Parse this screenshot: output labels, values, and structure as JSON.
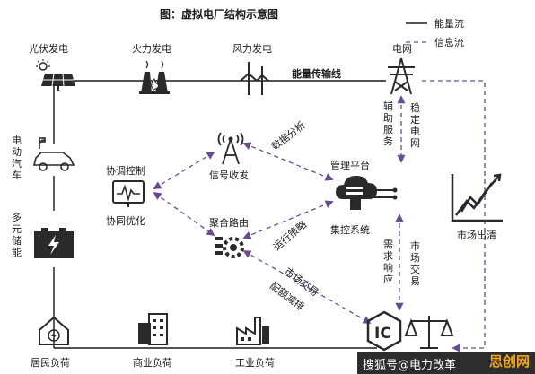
{
  "title": "图：虚拟电厂结构示意图",
  "legend": [
    {
      "label": "能量流",
      "style": "solid"
    },
    {
      "label": "信息流",
      "style": "dashed"
    }
  ],
  "nodes": {
    "solar": "光伏发电",
    "thermal": "火力发电",
    "wind": "风力发电",
    "grid": "电网",
    "ev": "电动汽车",
    "storage": "多元储能",
    "signal": "信号收发",
    "coordination_control": "协调控制",
    "coordination_optimize": "协同优化",
    "platform": "管理平台",
    "central_control": "集控系统",
    "router": "聚合路由",
    "market_clearing": "市场出清",
    "residential": "居民负荷",
    "commercial": "商业负荷",
    "industrial": "工业负荷"
  },
  "edge_labels": {
    "transmission_line": "能量传输线",
    "aux_service": "辅助服务",
    "stabilize_grid": "稳定电网",
    "data_analysis": "数据分析",
    "operation_strategy": "运行策略",
    "market_trading_1": "市场交易",
    "allocation": "配额减排",
    "demand_response": "需求响应",
    "market_trading_2": "市场交易"
  },
  "watermark": "搜狐号@电力改革",
  "brand": "思创网",
  "colors": {
    "energy_line": "#1a1a1a",
    "info_line": "#6a4c93",
    "icon": "#2a2a2a",
    "brand": "#f3a51c"
  }
}
